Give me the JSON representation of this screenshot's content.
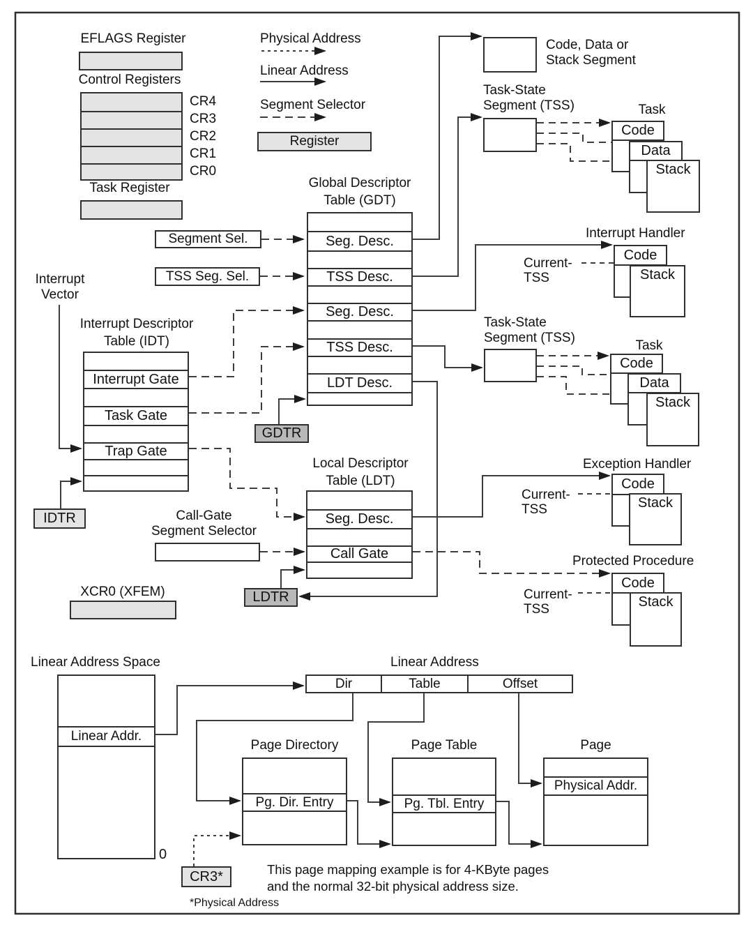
{
  "legend": {
    "physical_address": "Physical Address",
    "linear_address": "Linear Address",
    "segment_selector": "Segment Selector",
    "register": "Register"
  },
  "registers": {
    "eflags_title": "EFLAGS Register",
    "control_title": "Control Registers",
    "cr": [
      "CR4",
      "CR3",
      "CR2",
      "CR1",
      "CR0"
    ],
    "task_title": "Task Register",
    "xcr0_title": "XCR0 (XFEM)",
    "gdtr": "GDTR",
    "idtr": "IDTR",
    "ldtr": "LDTR",
    "cr3": "CR3*"
  },
  "selectors": {
    "segment_sel": "Segment Sel.",
    "tss_seg_sel": "TSS Seg. Sel.",
    "call_gate_l1": "Call-Gate",
    "call_gate_l2": "Segment Selector",
    "interrupt_vector_l1": "Interrupt",
    "interrupt_vector_l2": "Vector"
  },
  "gdt": {
    "title_l1": "Global Descriptor",
    "title_l2": "Table (GDT)",
    "rows": [
      "",
      "Seg. Desc.",
      "",
      "TSS Desc.",
      "",
      "Seg. Desc.",
      "",
      "TSS Desc.",
      "",
      "LDT Desc.",
      ""
    ]
  },
  "idt": {
    "title_l1": "Interrupt Descriptor",
    "title_l2": "Table (IDT)",
    "rows": [
      "",
      "Interrupt Gate",
      "",
      "Task Gate",
      "",
      "Trap Gate",
      "",
      ""
    ]
  },
  "ldt": {
    "title_l1": "Local Descriptor",
    "title_l2": "Table (LDT)",
    "rows": [
      "",
      "Seg. Desc.",
      "",
      "Call Gate",
      ""
    ]
  },
  "segments": {
    "code_data_stack_l1": "Code, Data or",
    "code_data_stack_l2": "Stack Segment",
    "tss_l1": "Task-State",
    "tss_l2": "Segment (TSS)",
    "task": "Task",
    "code": "Code",
    "data": "Data",
    "stack": "Stack",
    "interrupt_handler": "Interrupt Handler",
    "exception_handler": "Exception Handler",
    "protected_procedure": "Protected Procedure",
    "current_l1": "Current-",
    "current_l2": "TSS"
  },
  "paging": {
    "linear_address_space": "Linear Address Space",
    "linear_addr": "Linear Addr.",
    "zero": "0",
    "linear_address": "Linear Address",
    "dir": "Dir",
    "table": "Table",
    "offset": "Offset",
    "page_directory": "Page Directory",
    "pg_dir_entry": "Pg. Dir. Entry",
    "page_table": "Page Table",
    "pg_tbl_entry": "Pg. Tbl. Entry",
    "page": "Page",
    "physical_addr": "Physical Addr.",
    "cr3_note": "*Physical Address",
    "caption_l1": "This page mapping example is for 4-KByte pages",
    "caption_l2": "and the normal 32-bit physical address size."
  }
}
